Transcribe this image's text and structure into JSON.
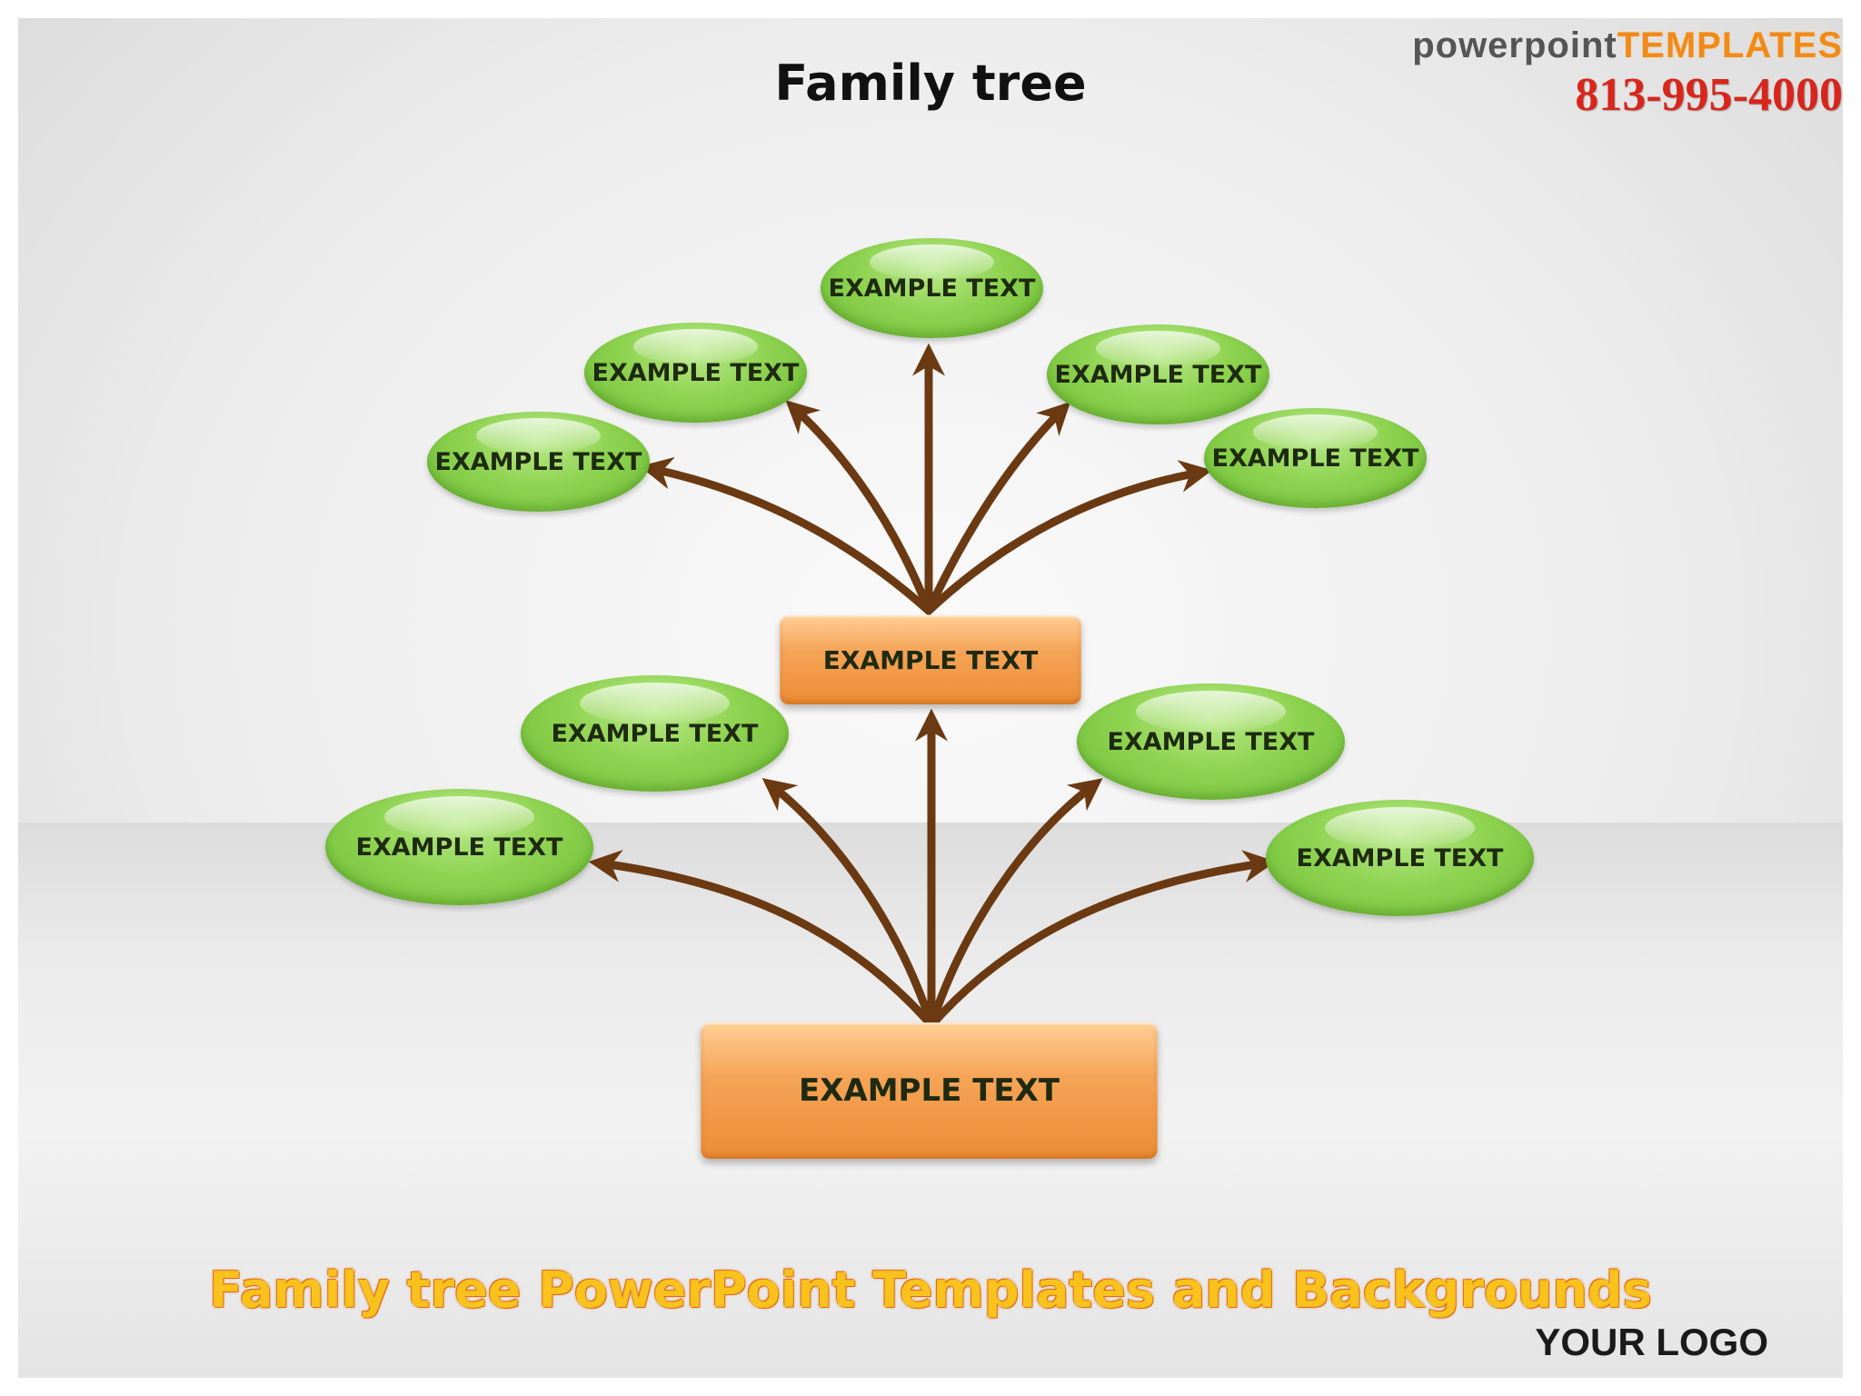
{
  "title": "Family tree",
  "brand": {
    "name_part1": "powerpoint",
    "name_part2": "TEMPLATES",
    "phone": "813-995-4000"
  },
  "nodes": {
    "top_center": "EXAMPLE TEXT",
    "upper_left_1": "EXAMPLE TEXT",
    "upper_left_2": "EXAMPLE TEXT",
    "upper_right_1": "EXAMPLE TEXT",
    "upper_right_2": "EXAMPLE TEXT",
    "middle_box": "EXAMPLE TEXT",
    "lower_left_1": "EXAMPLE TEXT",
    "lower_left_2": "EXAMPLE TEXT",
    "lower_right_1": "EXAMPLE TEXT",
    "lower_right_2": "EXAMPLE TEXT",
    "root_box": "EXAMPLE TEXT"
  },
  "footer": "Family tree PowerPoint Templates and Backgrounds",
  "logo": "YOUR LOGO",
  "colors": {
    "leaf": "#8fd351",
    "box": "#f5a457",
    "arrow": "#6b3a12",
    "footer": "#f9c21d",
    "phone": "#d8261c"
  }
}
